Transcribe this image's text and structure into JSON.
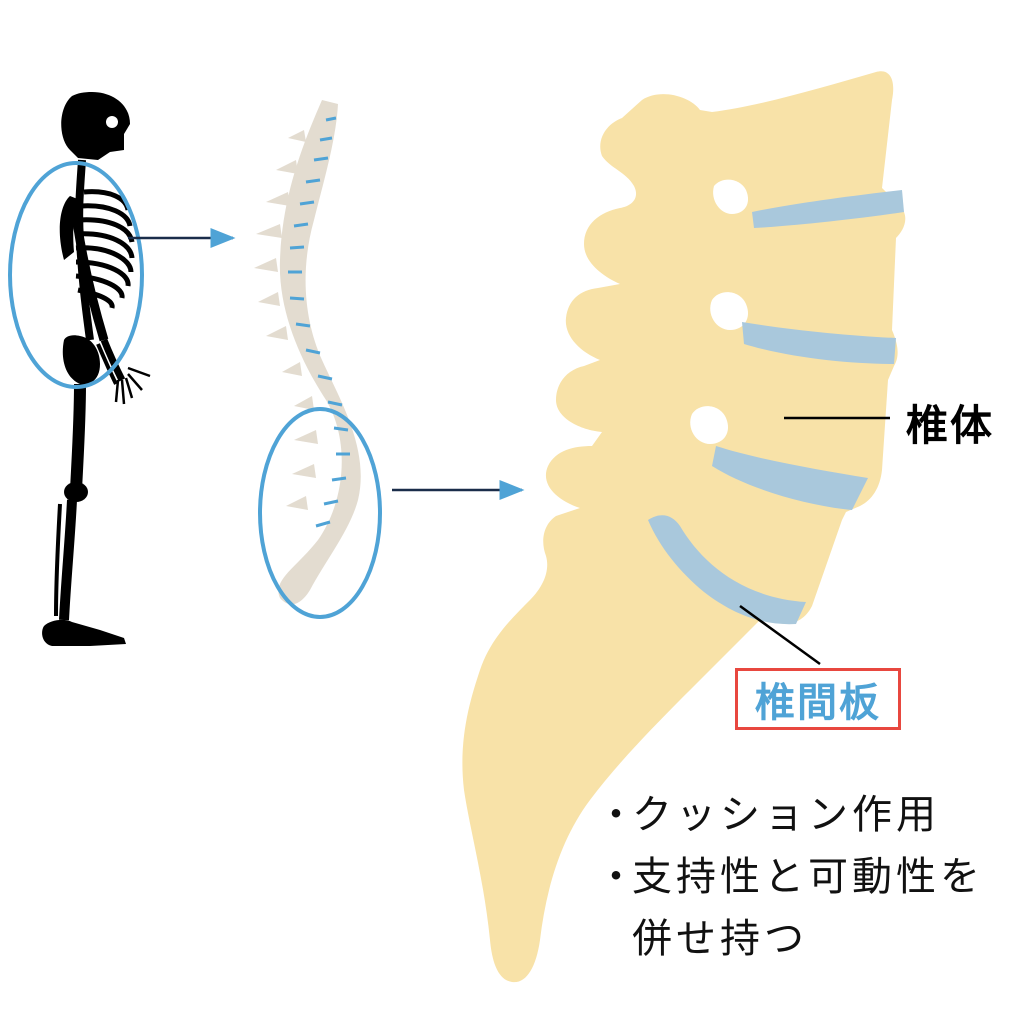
{
  "labels": {
    "vertebral_body": "椎体",
    "intervertebral_disc": "椎間板"
  },
  "notes": {
    "bullet": "・",
    "line1": "クッション作用",
    "line2": "支持性と可動性を",
    "line3": "併せ持つ"
  },
  "colors": {
    "bone": "#f8e2a8",
    "disc": "#a9c8dc",
    "spine_bone": "#e3dcd0",
    "highlight_ring": "#4fa3d6",
    "box_border": "#e8473f",
    "disc_label": "#4fa3d6",
    "skeleton": "#000000"
  }
}
